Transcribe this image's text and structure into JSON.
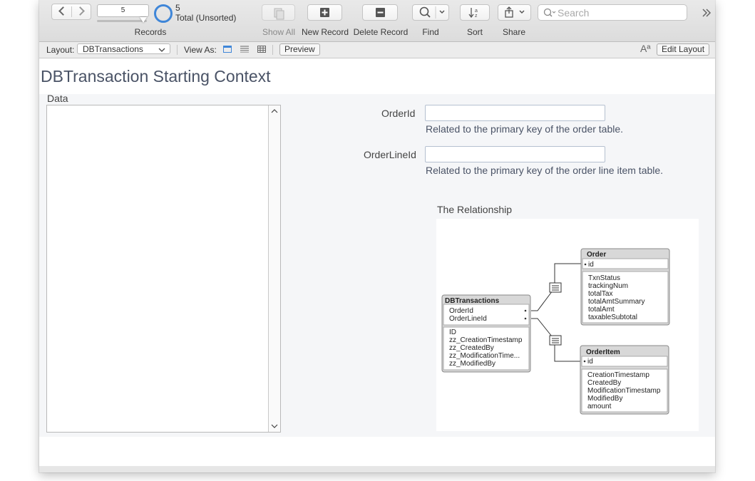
{
  "toolbar": {
    "record_number": "5",
    "found_count": "5",
    "sort_state": "Total (Unsorted)",
    "records_label": "Records",
    "show_all_label": "Show All",
    "new_record_label": "New Record",
    "delete_record_label": "Delete Record",
    "find_label": "Find",
    "sort_label": "Sort",
    "share_label": "Share",
    "search_placeholder": "Search"
  },
  "statusbar": {
    "layout_label": "Layout:",
    "layout_value": "DBTransactions",
    "view_as_label": "View As:",
    "preview_label": "Preview",
    "edit_layout_label": "Edit Layout"
  },
  "page": {
    "title": "DBTransaction Starting Context",
    "data_label": "Data"
  },
  "fields": [
    {
      "label": "OrderId",
      "value": "",
      "hint": "Related to the primary key of the order table."
    },
    {
      "label": "OrderLineId",
      "value": "",
      "hint": "Related to the primary key of the order line item table."
    }
  ],
  "relationship": {
    "title": "The Relationship",
    "tables": {
      "dbtransactions": {
        "name": "DBTransactions",
        "keys": [
          "OrderId",
          "OrderLineId"
        ],
        "fields": [
          "ID",
          "zz_CreationTimestamp",
          "zz_CreatedBy",
          "zz_ModificationTime...",
          "zz_ModifiedBy"
        ]
      },
      "order": {
        "name": "Order",
        "keys": [
          "id"
        ],
        "fields": [
          "TxnStatus",
          "trackingNum",
          "totalTax",
          "totalAmtSummary",
          "totalAmt",
          "taxableSubtotal"
        ]
      },
      "orderitem": {
        "name": "OrderItem",
        "keys": [
          "id"
        ],
        "fields": [
          "CreationTimestamp",
          "CreatedBy",
          "ModificationTimestamp",
          "ModifiedBy",
          "amount"
        ]
      }
    }
  }
}
